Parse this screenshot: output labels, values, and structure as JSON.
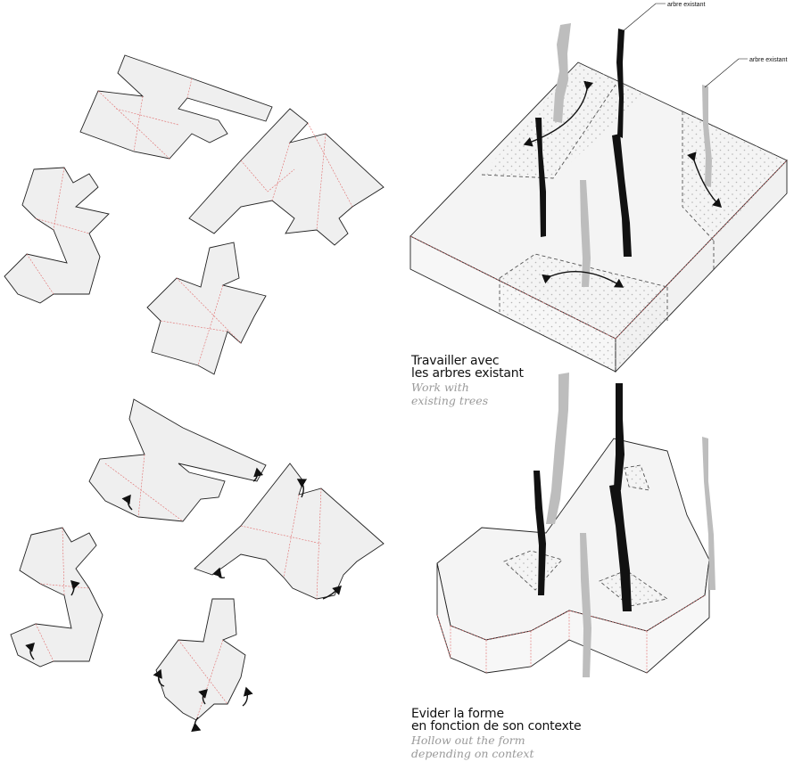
{
  "top_caption": {
    "fr_line1": "Travailler avec",
    "fr_line2": "les arbres existant",
    "en_line1": "Work with",
    "en_line2": "existing trees"
  },
  "bottom_caption": {
    "fr_line1": "Evider la forme",
    "fr_line2": "en fonction de son contexte",
    "en_line1": "Hollow out the form",
    "en_line2": "depending on context"
  },
  "labels": {
    "tree_a": "arbre existant",
    "tree_b": "arbre existant"
  },
  "colors": {
    "surface": "#efefef",
    "fold_line": "#e06a6a",
    "tree_dark": "#111111",
    "tree_light": "#bdbdbd",
    "dot_fill": "#b5b5b5"
  }
}
